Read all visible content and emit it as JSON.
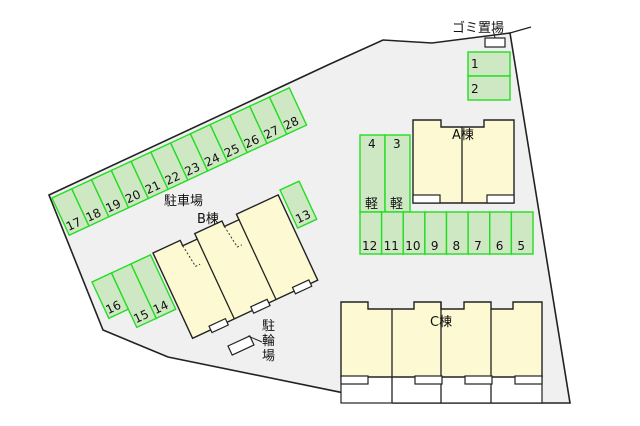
{
  "colors": {
    "lot": "#f0f0f0",
    "parking": "#cfe8c4",
    "parking_border": "#22dd22",
    "building": "#fdf9d2"
  },
  "labels": {
    "parking_lot": "駐車場",
    "building_a": "A棟",
    "building_b": "B棟",
    "building_c": "C棟",
    "garbage": "ゴミ置場",
    "bicycle_parking": [
      "駐",
      "輪",
      "場"
    ],
    "kei": "軽"
  },
  "spots": {
    "top_row": [
      "17",
      "18",
      "19",
      "20",
      "21",
      "22",
      "23",
      "24",
      "25",
      "26",
      "27",
      "28"
    ],
    "row_a": [
      "12",
      "11",
      "10",
      "9",
      "8",
      "7",
      "6",
      "5"
    ],
    "kei_spots": [
      "4",
      "3"
    ],
    "near_garbage": [
      "1",
      "2"
    ],
    "single": "13",
    "left_group": [
      "16",
      "15",
      "14"
    ]
  }
}
